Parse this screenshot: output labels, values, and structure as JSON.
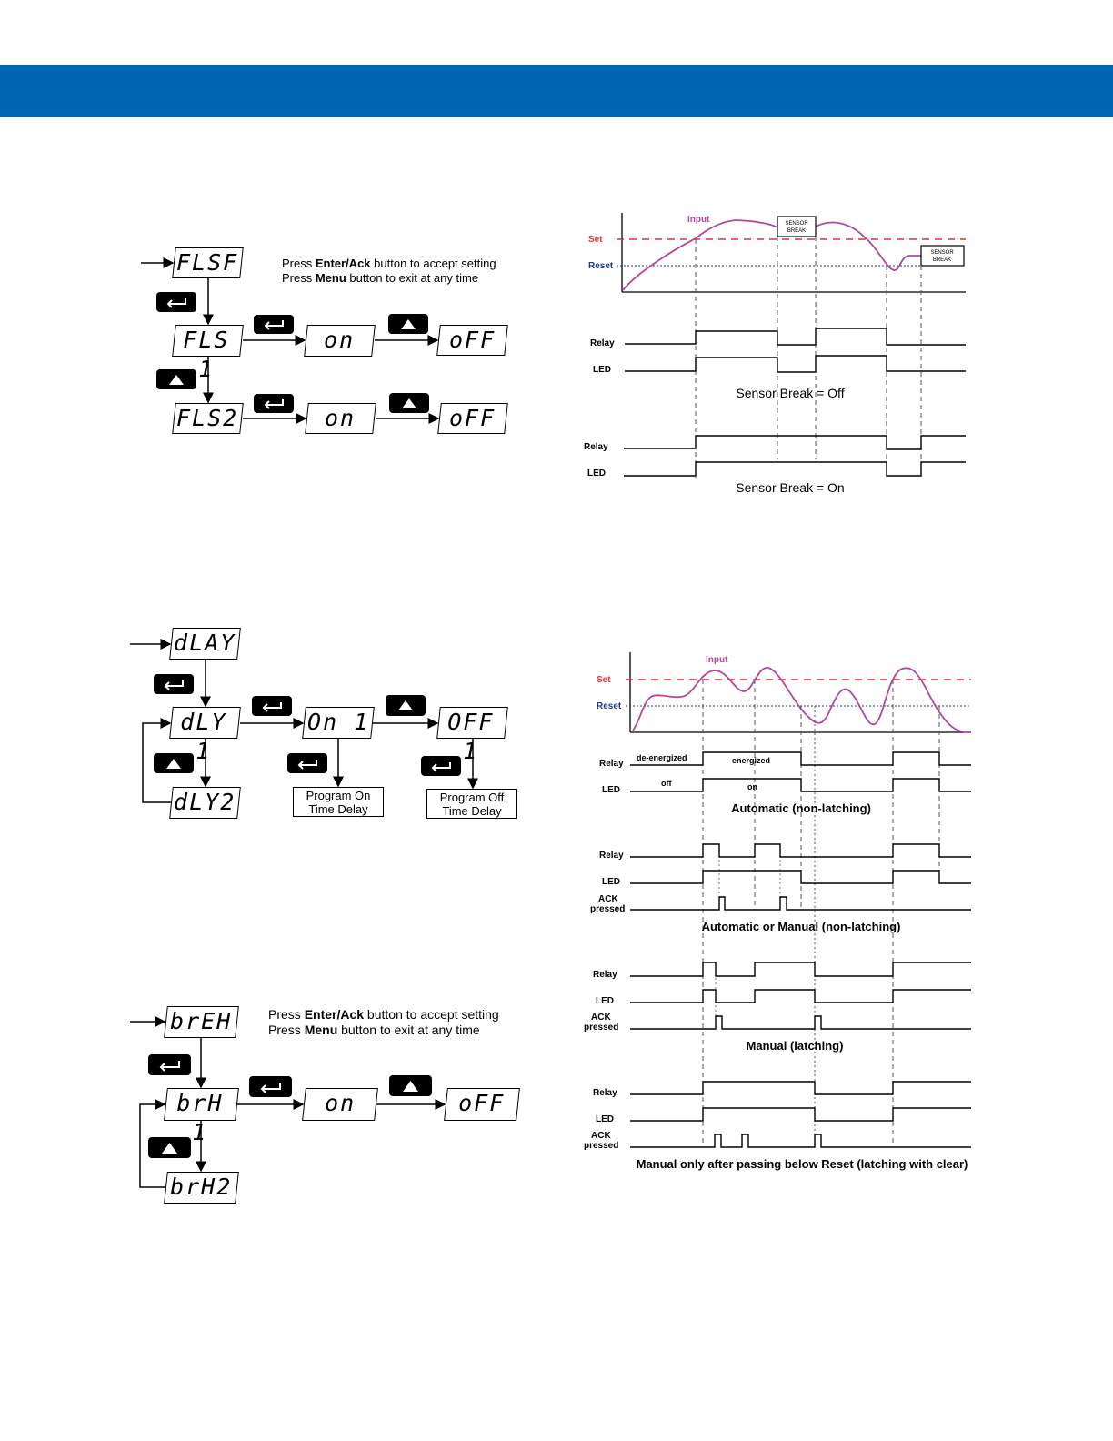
{
  "colors": {
    "banner": "#0066b3",
    "input_curve": "#b5469b",
    "set_line": "#e0303a",
    "reset_line": "#1f3a93"
  },
  "icons": {
    "enter": "enter-arrow-icon",
    "up": "up-arrow-icon"
  },
  "failsafe_menu": {
    "displays": {
      "flsf": "FLSF",
      "fls1": "FLS 1",
      "fls2": "FLS2",
      "on_1": "on",
      "off_1": "oFF",
      "on_2": "on",
      "off_2": "oFF"
    },
    "note_prefix_1": "Press ",
    "note_bold_1": "Enter/Ack",
    "note_suffix_1": " button to accept setting",
    "note_prefix_2": "Press ",
    "note_bold_2": "Menu",
    "note_suffix_2": " button to exit at any time"
  },
  "sensor_break_chart": {
    "input_label": "Input",
    "set_label": "Set",
    "reset_label": "Reset",
    "sensor_break_box_1": [
      "SENSOR",
      "BREAK"
    ],
    "sensor_break_box_2": [
      "SENSOR",
      "BREAK"
    ],
    "relay_label_1": "Relay",
    "led_label_1": "LED",
    "caption_1": "Sensor Break = Off",
    "relay_label_2": "Relay",
    "led_label_2": "LED",
    "caption_2": "Sensor Break = On"
  },
  "delay_menu": {
    "displays": {
      "dlay": "dLAY",
      "dly1": "dLY 1",
      "dly2": "dLY2",
      "on1": "On 1",
      "off1": "OFF 1"
    },
    "program_on": [
      "Program On",
      "Time Delay"
    ],
    "program_off": [
      "Program Off",
      "Time Delay"
    ]
  },
  "break_menu": {
    "displays": {
      "brek": "brEH",
      "brh1": "brH 1",
      "brh2": "brH2",
      "on": "on",
      "off": "oFF"
    },
    "note_prefix_1": "Press ",
    "note_bold_1": "Enter/Ack",
    "note_suffix_1": " button to accept setting",
    "note_prefix_2": "Press ",
    "note_bold_2": "Menu",
    "note_suffix_2": " button to exit at any time"
  },
  "reset_modes_chart": {
    "input_label": "Input",
    "set_label": "Set",
    "reset_label": "Reset",
    "panel_1": {
      "relay_label": "Relay",
      "led_label": "LED",
      "de_energized": "de-energized",
      "energized": "energized",
      "off": "off",
      "on": "on",
      "caption": "Automatic (non-latching)"
    },
    "panel_2": {
      "relay_label": "Relay",
      "led_label": "LED",
      "ack_label": [
        "ACK",
        "pressed"
      ],
      "caption": "Automatic or Manual (non-latching)"
    },
    "panel_3": {
      "relay_label": "Relay",
      "led_label": "LED",
      "ack_label": [
        "ACK",
        "pressed"
      ],
      "caption": "Manual (latching)"
    },
    "panel_4": {
      "relay_label": "Relay",
      "led_label": "LED",
      "ack_label": [
        "ACK",
        "pressed"
      ],
      "caption": "Manual only after passing below Reset (latching with clear)"
    }
  }
}
